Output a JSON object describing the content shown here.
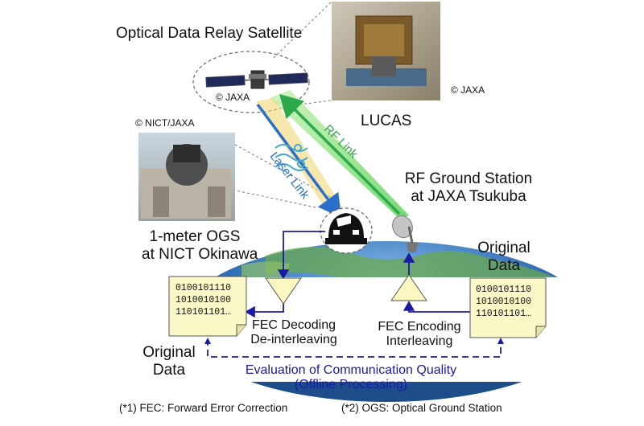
{
  "titles": {
    "satellite": "Optical Data Relay Satellite",
    "lucas": "LUCAS",
    "ogs": [
      "1-meter OGS",
      "at NICT Okinawa"
    ],
    "rf_station": [
      "RF Ground Station",
      "at JAXA Tsukuba"
    ]
  },
  "credits": {
    "sat": "© JAXA",
    "lucas_photo": "© JAXA",
    "ogs_photo": "© NICT/JAXA"
  },
  "links": {
    "rf": "RF Link",
    "laser": "Laser Link"
  },
  "data_left": {
    "bits": [
      "0100101110",
      "1010010100",
      "110101101…"
    ],
    "label": [
      "Original",
      "Data"
    ]
  },
  "data_right": {
    "bits": [
      "0100101110",
      "1010010100",
      "110101101…"
    ],
    "label": [
      "Original",
      "Data"
    ]
  },
  "processing": {
    "decoding": [
      "FEC Decoding",
      "De-interleaving"
    ],
    "encoding": [
      "FEC Encoding",
      "Interleaving"
    ]
  },
  "evaluation": [
    "Evaluation of Communication Quality",
    "(Offline Processing)"
  ],
  "footnotes": {
    "fec": "(*1) FEC: Forward Error Correction",
    "ogs": "(*2) OGS: Optical Ground Station"
  },
  "colors": {
    "rf_link": "#2ea84a",
    "laser_link": "#2a6fc9",
    "laser_glow": "#f3d36a",
    "flow_arrow": "#1a1aa8",
    "earth_ocean": "#2f6db5",
    "earth_land": "#6aa84f",
    "triangle_fill": "#fbf7c0",
    "doc_fill": "#fbf8c8"
  }
}
